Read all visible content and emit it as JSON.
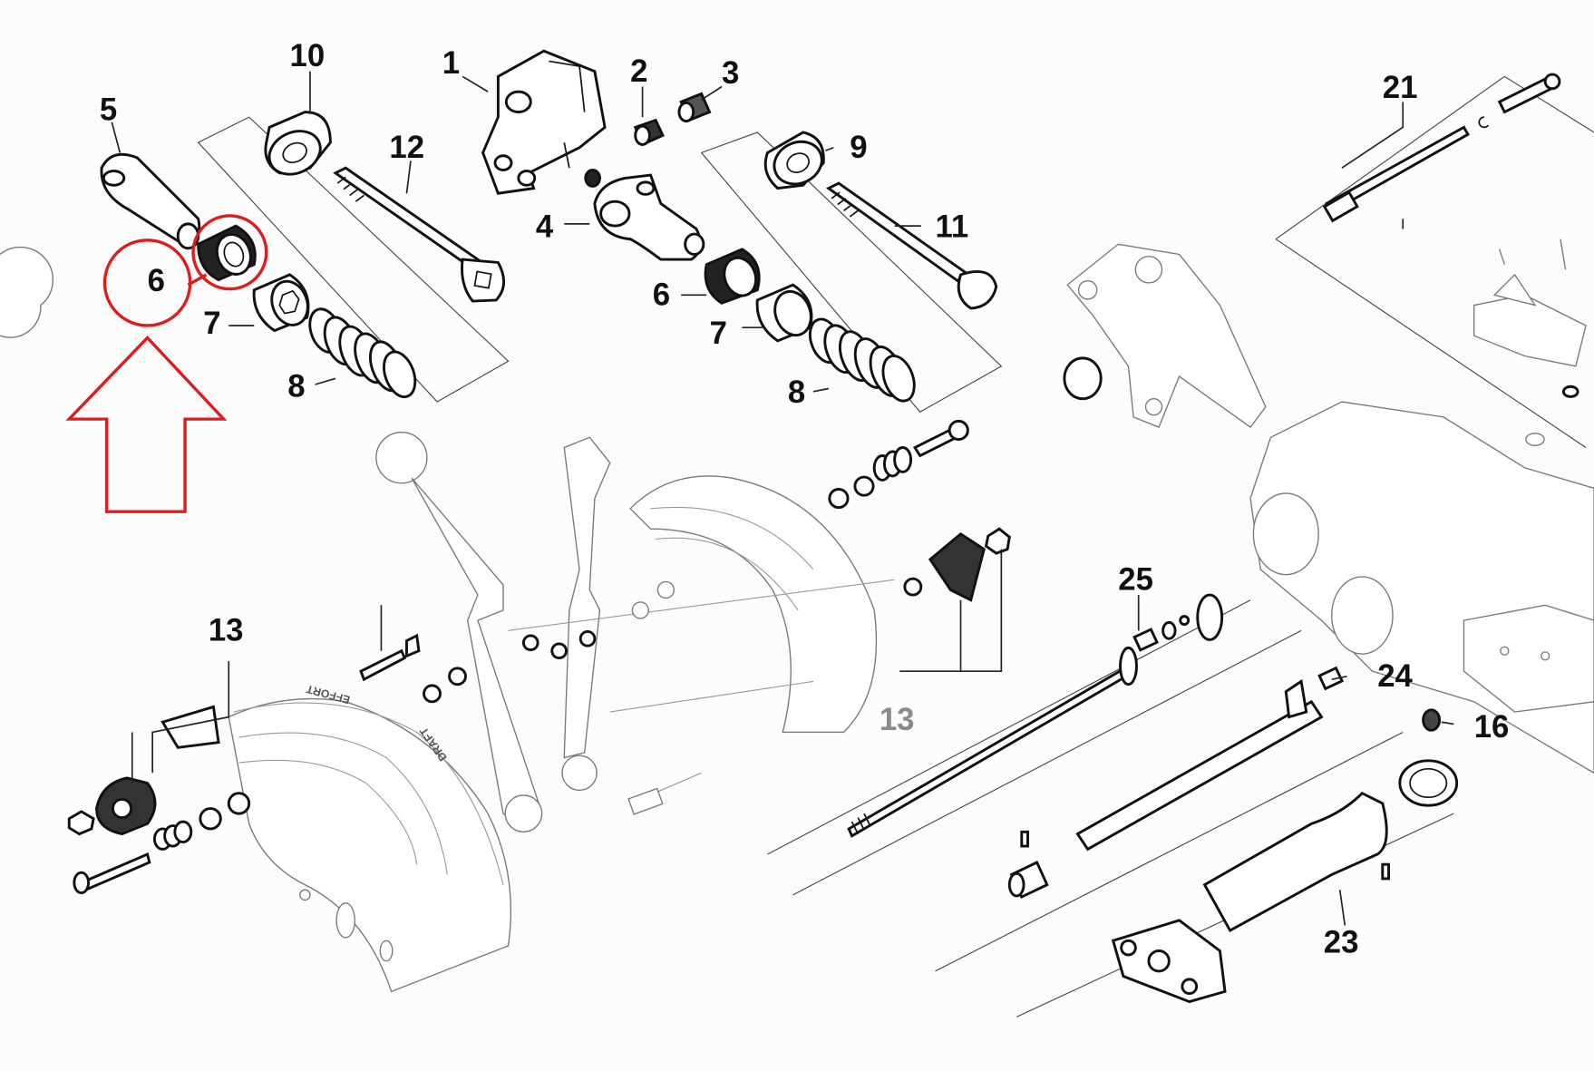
{
  "diagram": {
    "title": "Hydraulic lift control linkage exploded parts view",
    "callouts": [
      {
        "id": "c10",
        "text": "10"
      },
      {
        "id": "c1",
        "text": "1"
      },
      {
        "id": "c2",
        "text": "2"
      },
      {
        "id": "c3",
        "text": "3"
      },
      {
        "id": "c5",
        "text": "5"
      },
      {
        "id": "c12",
        "text": "12"
      },
      {
        "id": "c9",
        "text": "9"
      },
      {
        "id": "c21",
        "text": "21"
      },
      {
        "id": "c4",
        "text": "4"
      },
      {
        "id": "c11",
        "text": "11"
      },
      {
        "id": "c6a",
        "text": "6"
      },
      {
        "id": "c6b",
        "text": "6"
      },
      {
        "id": "c7a",
        "text": "7"
      },
      {
        "id": "c7b",
        "text": "7"
      },
      {
        "id": "c8a",
        "text": "8"
      },
      {
        "id": "c8b",
        "text": "8"
      },
      {
        "id": "c13a",
        "text": "13"
      },
      {
        "id": "c13b",
        "text": "13"
      },
      {
        "id": "c25",
        "text": "25"
      },
      {
        "id": "c24",
        "text": "24"
      },
      {
        "id": "c16",
        "text": "16"
      },
      {
        "id": "c23",
        "text": "23"
      }
    ],
    "plate_markings": {
      "effort": "EFFORT",
      "draft": "DRAFT"
    },
    "highlight": {
      "part": "6",
      "color": "#e01b1b"
    }
  }
}
